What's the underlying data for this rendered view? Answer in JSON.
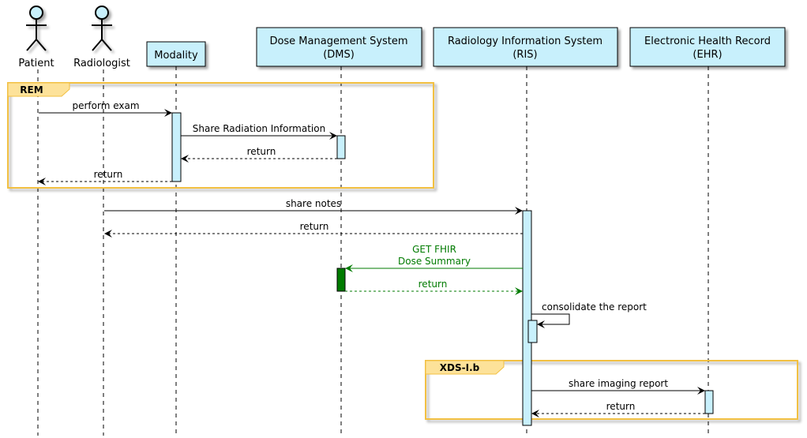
{
  "participants": {
    "patient": "Patient",
    "radiologist": "Radiologist",
    "modality": "Modality",
    "dms_line1": "Dose Management System",
    "dms_line2": "(DMS)",
    "ris_line1": "Radiology Information System",
    "ris_line2": "(RIS)",
    "ehr_line1": "Electronic Health Record",
    "ehr_line2": "(EHR)"
  },
  "groups": {
    "rem": "REM",
    "xds": "XDS-I.b"
  },
  "messages": {
    "m1": "perform exam",
    "m2": "Share Radiation Information",
    "m3": "return",
    "m4": "return",
    "m5": "share notes",
    "m6": "return",
    "m7_line1": "GET FHIR",
    "m7_line2": "Dose Summary",
    "m8": "return",
    "m9": "consolidate the report",
    "m10": "share imaging report",
    "m11": "return"
  },
  "colors": {
    "participant_fill": "#c8f0fc",
    "group_border": "#f2c043",
    "group_tab": "#fde29a",
    "highlight": "#007b00"
  }
}
